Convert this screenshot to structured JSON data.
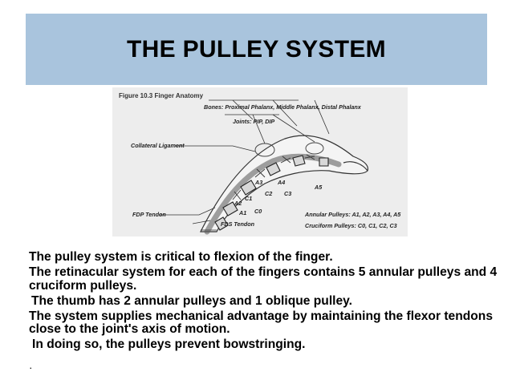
{
  "slide": {
    "title": "THE PULLEY SYSTEM",
    "paragraphs": [
      "The pulley system is critical to flexion of the finger.",
      "The retinacular system for each of the fingers contains 5 annular pulleys and 4 cruciform pulleys.",
      "The thumb has 2 annular pulleys and 1 oblique pulley.",
      "The system supplies mechanical advantage by maintaining the flexor tendons close to the joint's axis of motion.",
      "In doing so, the pulleys prevent bowstringing."
    ],
    "trailing_mark": "."
  },
  "figure": {
    "title_prefix": "Figure 10.3",
    "title": "Finger Anatomy",
    "bones_label": "Bones: Proximal Phalanx, Middle Phalanx, Distal Phalanx",
    "joints_label": "Joints: PIP, DIP",
    "collateral_label": "Collateral Ligament",
    "fdp_label": "FDP Tendon",
    "fds_label": "FDS Tendon",
    "annular_label": "Annular Pulleys: A1, A2, A3, A4, A5",
    "cruciform_label": "Cruciform Pulleys: C0, C1, C2, C3",
    "pulley_labels": {
      "a1": "A1",
      "a2": "A2",
      "a3": "A3",
      "a4": "A4",
      "a5": "A5",
      "c0": "C0",
      "c1": "C1",
      "c2": "C2",
      "c3": "C3"
    }
  },
  "colors": {
    "title_band": "#a9c4dd",
    "figure_bg": "#ededed"
  }
}
